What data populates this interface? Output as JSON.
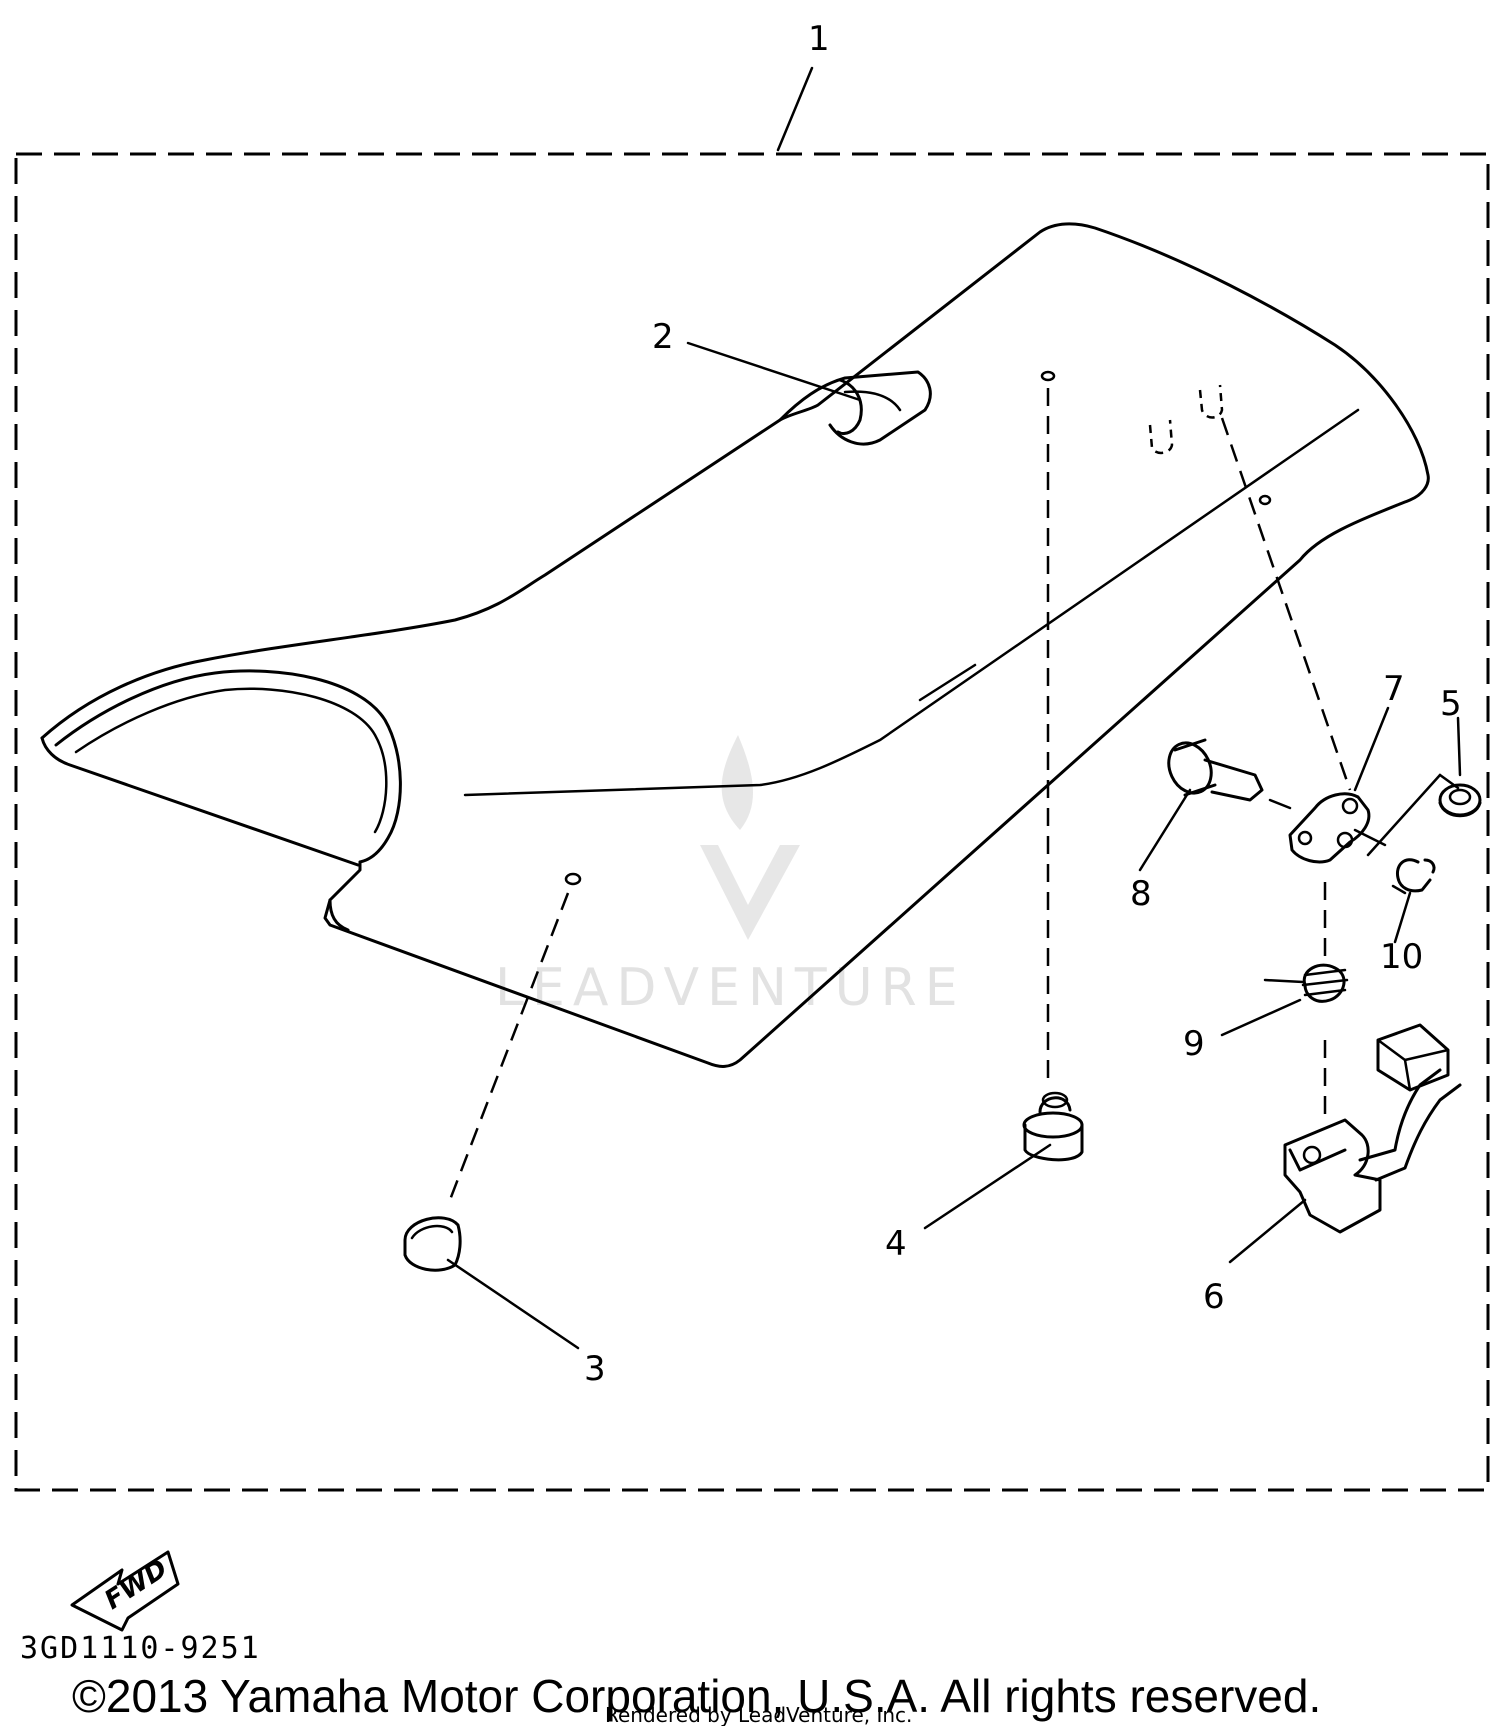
{
  "callouts": [
    {
      "id": "1",
      "label": "1"
    },
    {
      "id": "2",
      "label": "2"
    },
    {
      "id": "3",
      "label": "3"
    },
    {
      "id": "4",
      "label": "4"
    },
    {
      "id": "5",
      "label": "5"
    },
    {
      "id": "6",
      "label": "6"
    },
    {
      "id": "7",
      "label": "7"
    },
    {
      "id": "8",
      "label": "8"
    },
    {
      "id": "9",
      "label": "9"
    },
    {
      "id": "10",
      "label": "10"
    }
  ],
  "direction_label": "FWD",
  "diagram_code": "3GD1110-9251",
  "watermark": "LEADVENTURE",
  "copyright": "©2013 Yamaha Motor Corporation, U.S.A. All rights reserved.",
  "rendered_by": "Rendered by LeadVenture, Inc."
}
